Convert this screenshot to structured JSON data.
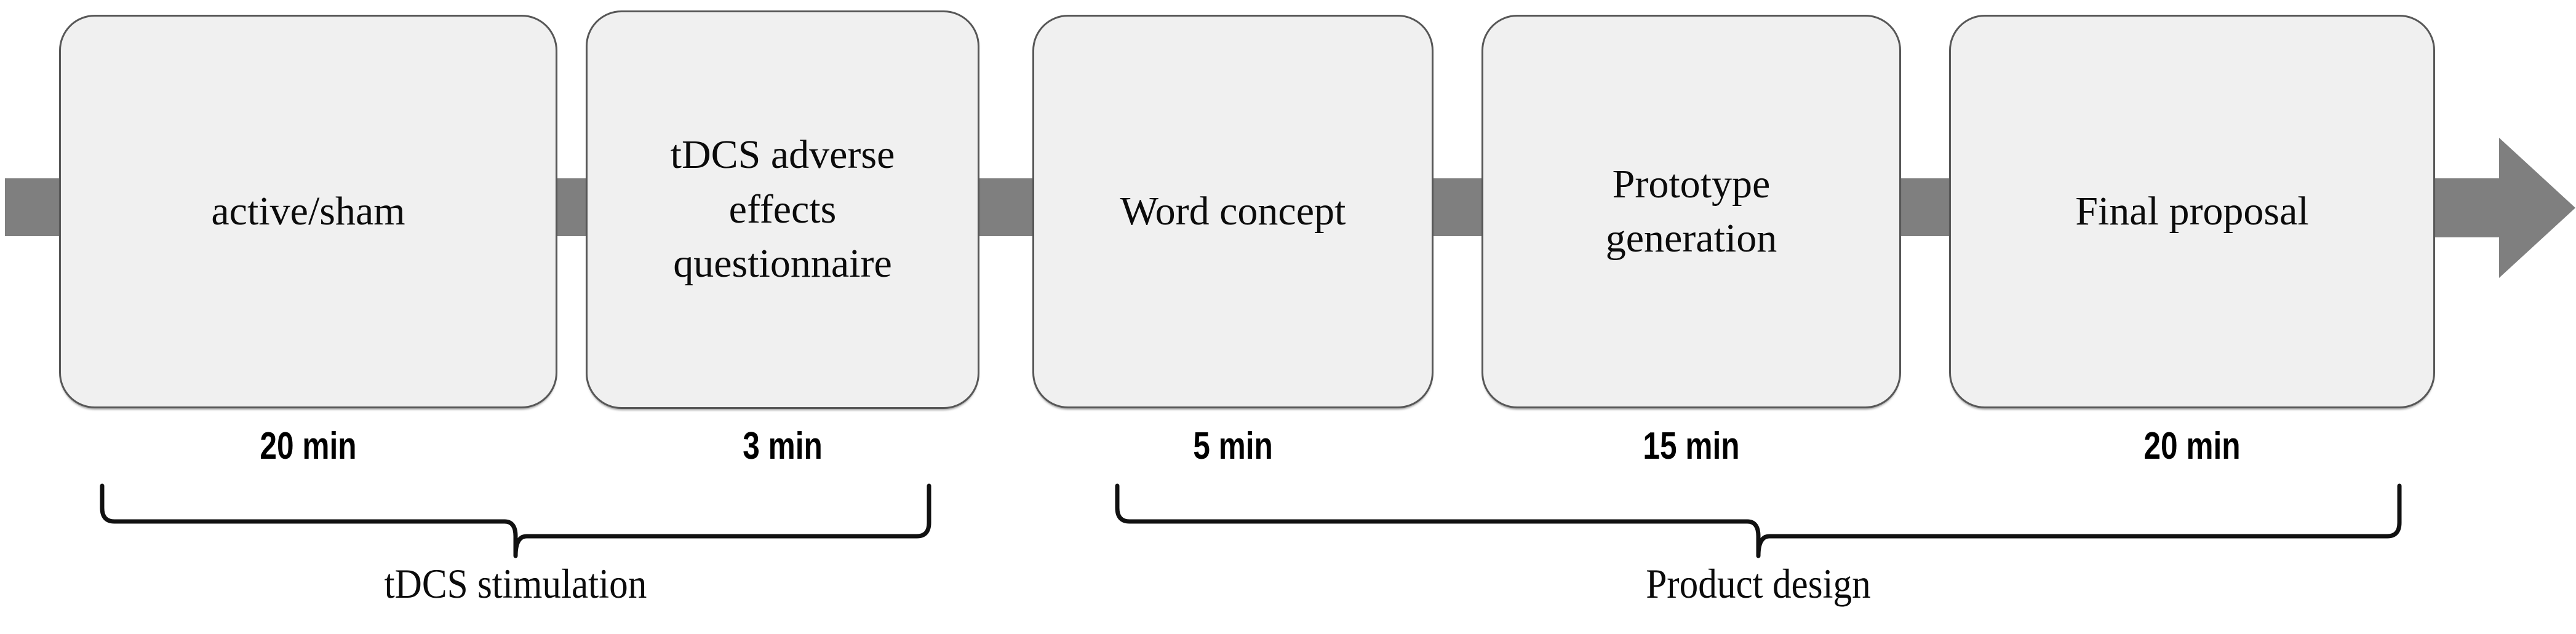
{
  "figure": {
    "type": "process-flow-diagram",
    "orientation": "horizontal-left-to-right",
    "background_color": "#ffffff",
    "box_fill_color": "#f0f0f0",
    "box_border_color": "#575757",
    "connector_color": "#7f7f7f",
    "text_color": "#0b0b0b"
  },
  "steps": [
    {
      "id": "step-1",
      "label": "active/sham",
      "duration": "20 min",
      "group": "tDCS stimulation"
    },
    {
      "id": "step-2",
      "label": "tDCS adverse\neffects\nquestionnaire",
      "duration": "3 min",
      "group": "tDCS stimulation"
    },
    {
      "id": "step-3",
      "label": "Word concept",
      "duration": "5 min",
      "group": "Product design"
    },
    {
      "id": "step-4",
      "label": "Prototype\ngeneration",
      "duration": "15 min",
      "group": "Product design"
    },
    {
      "id": "step-5",
      "label": "Final proposal",
      "duration": "20 min",
      "group": "Product design"
    }
  ],
  "groups": [
    {
      "id": "group-1",
      "label": "tDCS stimulation",
      "covers": [
        "step-1",
        "step-2"
      ]
    },
    {
      "id": "group-2",
      "label": "Product design",
      "covers": [
        "step-3",
        "step-4",
        "step-5"
      ]
    }
  ],
  "connectors": {
    "entry_stub": "grey-rectangle-stub",
    "between_steps": "grey-rectangle-connector",
    "exit": "grey-right-arrow"
  }
}
